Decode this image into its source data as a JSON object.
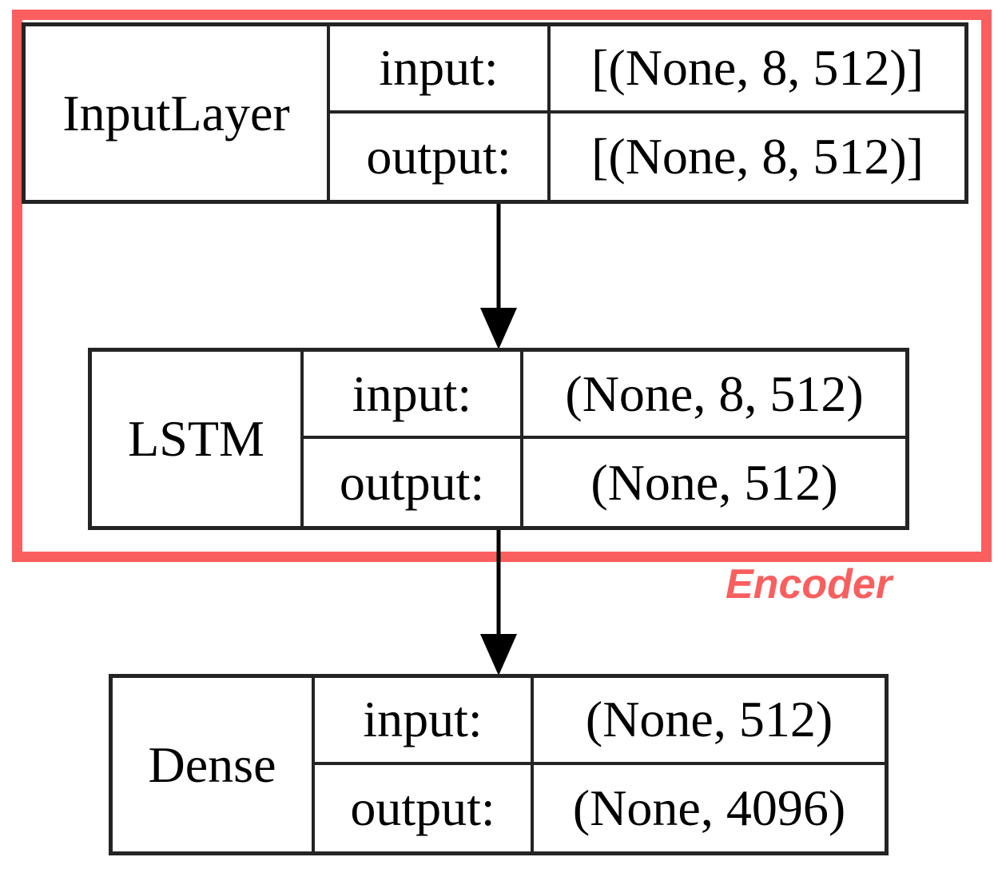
{
  "diagram_type": "neural-network-model-architecture",
  "colors": {
    "encoder_red": "#FA5F5F",
    "node_border": "#242424",
    "arrow": "#000000",
    "background": "#ffffff",
    "text": "#000000"
  },
  "encoder_group": {
    "label": "Encoder",
    "contains": [
      "InputLayer",
      "LSTM"
    ]
  },
  "nodes": [
    {
      "name": "InputLayer",
      "input_label": "input:",
      "output_label": "output:",
      "input_shape": "[(None, 8, 512)]",
      "output_shape": "[(None, 8, 512)]"
    },
    {
      "name": "LSTM",
      "input_label": "input:",
      "output_label": "output:",
      "input_shape": "(None, 8, 512)",
      "output_shape": "(None, 512)"
    },
    {
      "name": "Dense",
      "input_label": "input:",
      "output_label": "output:",
      "input_shape": "(None, 512)",
      "output_shape": "(None, 4096)"
    }
  ],
  "edges": [
    {
      "from": "InputLayer",
      "to": "LSTM"
    },
    {
      "from": "LSTM",
      "to": "Dense"
    }
  ]
}
